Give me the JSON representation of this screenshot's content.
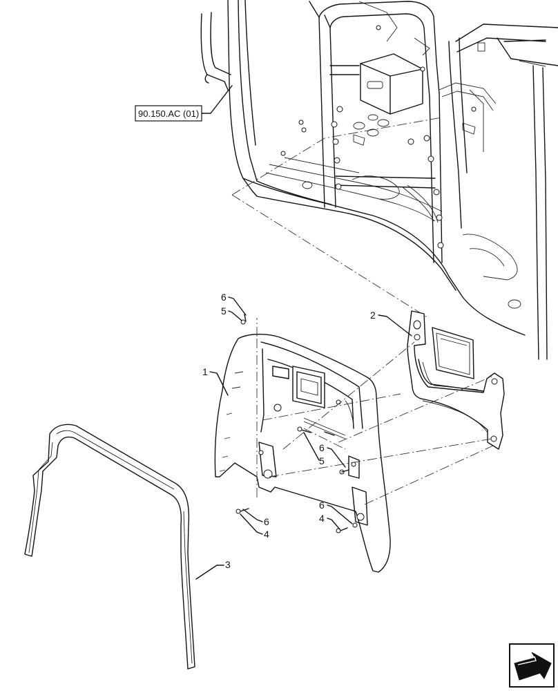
{
  "reference_label": "90.150.AC (01)",
  "callouts": {
    "c1": "1",
    "c2": "2",
    "c3": "3",
    "c4a": "4",
    "c4b": "4",
    "c5a": "5",
    "c5b": "5",
    "c6a": "6",
    "c6b": "6",
    "c6c": "6",
    "c6d": "6"
  },
  "nav_icon": "next-page-arrow-icon"
}
